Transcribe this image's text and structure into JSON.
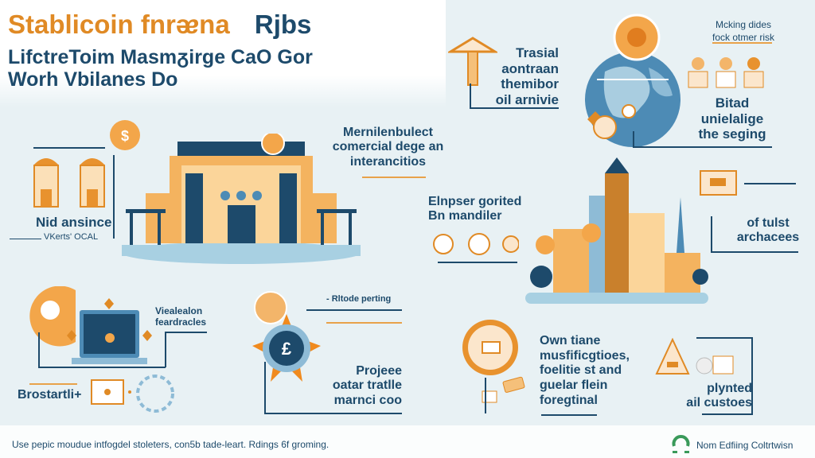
{
  "colors": {
    "accent": "#e08a25",
    "primary": "#1d4a6b",
    "background": "#e8f1f4"
  },
  "header": {
    "title_orange": "Stablicoin fnrᴂna",
    "title_navy": "Rjbs",
    "subtitle_line1": "LifctreToim Masmᵹirge CaO Gor",
    "subtitle_line2": "Worh Vbilanes Do"
  },
  "sections": {
    "trasial": [
      "Trasial",
      "aontraan",
      "themibor",
      "oil arnivie"
    ],
    "risk_note": [
      "Mcking dides",
      "fock otmer risk"
    ],
    "bitad": [
      "Bitad",
      "unielalige",
      "the seging"
    ],
    "nid": {
      "title": "Nid ansince",
      "caption": "VKerts' OCAL"
    },
    "commercial": [
      "Mernilenbulect",
      "comercial dege an",
      "interancitios"
    ],
    "elnpser": [
      "Elnpser gorited",
      "Bn mandiler"
    ],
    "tulst": [
      "of tulst",
      "archacees"
    ],
    "viealealon": [
      "Viealealon",
      "feardracles"
    ],
    "brostartli": "Brostartli+",
    "rltode": "- Rltode perting",
    "projeee": [
      "Projeee",
      "oatar tratlle",
      "marnci coo"
    ],
    "own": [
      "Own tiane",
      "musfificgtioes,",
      "foelitie st and",
      "guelar flein",
      "foregtinal"
    ],
    "plynted": [
      "plynted",
      "ail custoes"
    ]
  },
  "footer": {
    "note": "Use pepic moudue intfogdel stoleters, con5b tade-leart. Rdings 6f groming.",
    "brand": "Nom Edfiing Coltrtwisn"
  },
  "icons": {
    "pound": "£"
  }
}
